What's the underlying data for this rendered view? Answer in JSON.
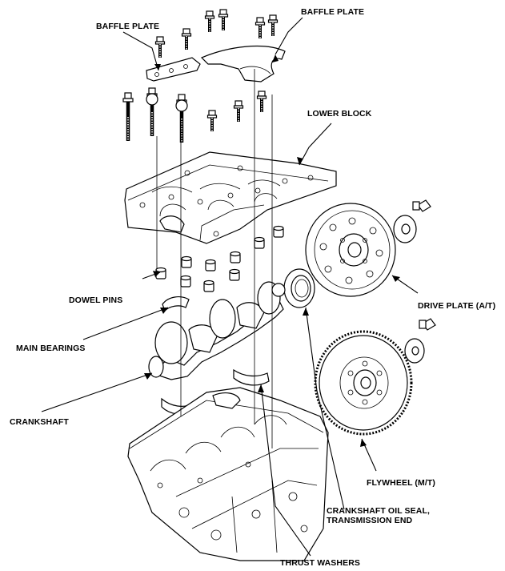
{
  "labels": {
    "baffle_plate_left": "BAFFLE PLATE",
    "baffle_plate_right": "BAFFLE PLATE",
    "lower_block": "LOWER BLOCK",
    "drive_plate": "DRIVE PLATE (A/T)",
    "dowel_pins": "DOWEL PINS",
    "main_bearings": "MAIN BEARINGS",
    "crankshaft": "CRANKSHAFT",
    "flywheel": "FLYWHEEL (M/T)",
    "oil_seal_line1": "CRANKSHAFT OIL SEAL,",
    "oil_seal_line2": "TRANSMISSION END",
    "thrust_washers": "THRUST WASHERS"
  }
}
